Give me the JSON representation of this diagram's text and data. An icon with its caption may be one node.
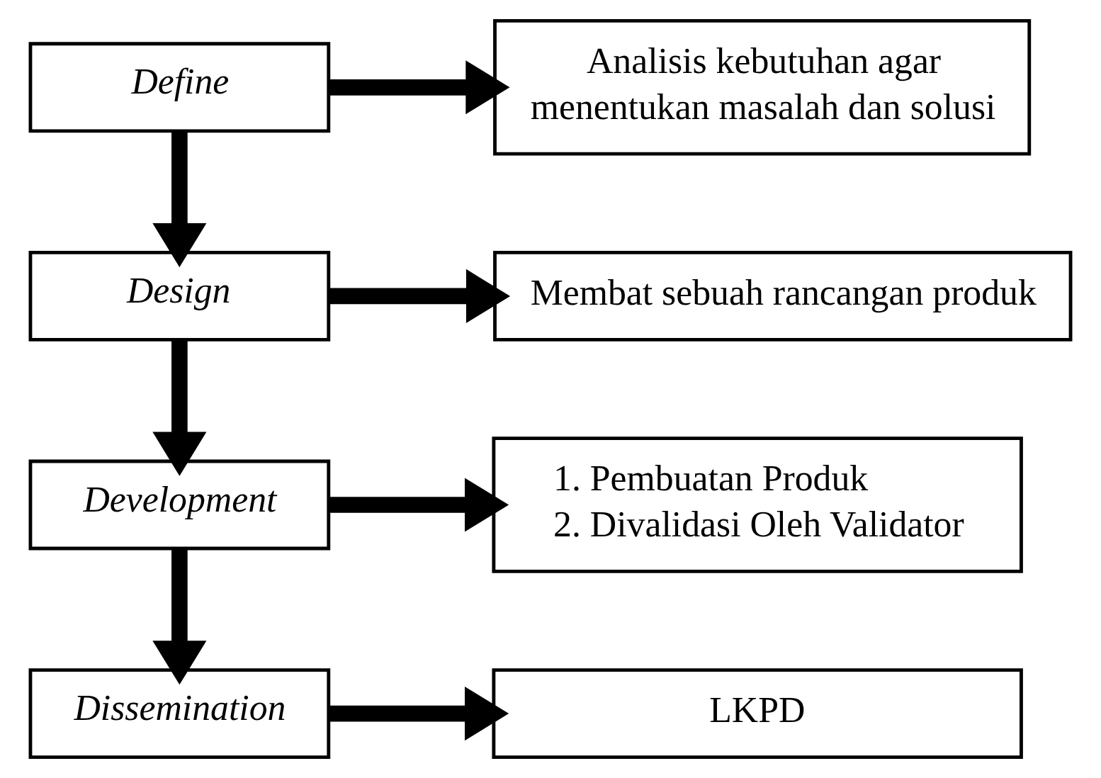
{
  "diagram": {
    "nodes": [
      {
        "text": [
          "Define"
        ]
      },
      {
        "text": [
          "Analisis kebutuhan agar menentukan masalah dan solusi"
        ]
      },
      {
        "text": [
          "Design"
        ]
      },
      {
        "text": [
          "Membat sebuah rancangan produk"
        ]
      },
      {
        "text": [
          "Development"
        ]
      },
      {
        "text": [
          "1. Pembuatan Produk",
          "2. Divalidasi Oleh Validator"
        ]
      },
      {
        "text": [
          "Dissemination"
        ]
      },
      {
        "text": [
          "LKPD"
        ]
      }
    ],
    "edges": [
      {
        "from": 0,
        "to": 1,
        "arrow": "to"
      },
      {
        "from": 0,
        "to": 2,
        "arrow": "to"
      },
      {
        "from": 2,
        "to": 3,
        "arrow": "to"
      },
      {
        "from": 2,
        "to": 4,
        "arrow": "to"
      },
      {
        "from": 4,
        "to": 5,
        "arrow": "to"
      },
      {
        "from": 4,
        "to": 6,
        "arrow": "to"
      },
      {
        "from": 6,
        "to": 7,
        "arrow": "to"
      }
    ]
  }
}
